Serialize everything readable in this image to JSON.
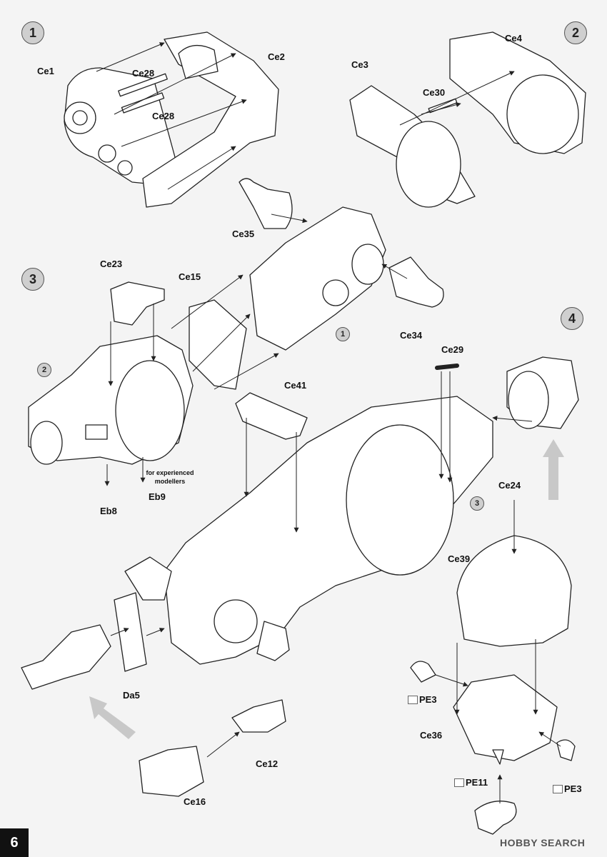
{
  "page": {
    "number": "6"
  },
  "steps": [
    "1",
    "2",
    "3",
    "4"
  ],
  "sub_refs": {
    "r1": "1",
    "r2": "2",
    "r3": "3"
  },
  "labels": {
    "ce1": "Ce1",
    "ce2": "Ce2",
    "ce28a": "Ce28",
    "ce28b": "Ce28",
    "ce3": "Ce3",
    "ce4": "Ce4",
    "ce30": "Ce30",
    "ce35": "Ce35",
    "ce34": "Ce34",
    "ce23": "Ce23",
    "ce15": "Ce15",
    "ce29": "Ce29",
    "ce41": "Ce41",
    "eb8": "Eb8",
    "eb9": "Eb9",
    "ce24": "Ce24",
    "ce39": "Ce39",
    "da5": "Da5",
    "pe3a": "PE3",
    "ce36": "Ce36",
    "ce12": "Ce12",
    "ce16": "Ce16",
    "pe11": "PE11",
    "pe3b": "PE3"
  },
  "note": {
    "line1": "for experienced",
    "line2": "modellers"
  },
  "watermark": "HOBBY SEARCH",
  "colors": {
    "arrow_grey": "#c8c8c8",
    "badge_fill": "#cfcfcf",
    "line": "#222222"
  }
}
